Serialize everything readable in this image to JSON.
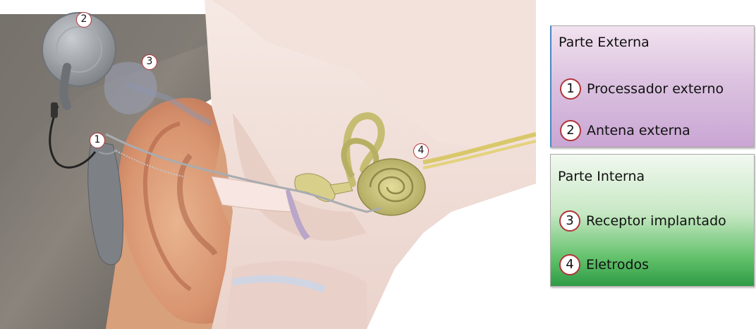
{
  "markers": [
    {
      "id": "2",
      "label": "2"
    },
    {
      "id": "3",
      "label": "3"
    },
    {
      "id": "1",
      "label": "1"
    },
    {
      "id": "4",
      "label": "4"
    }
  ],
  "legend": {
    "externa": {
      "title": "Parte Externa",
      "items": [
        {
          "num": "1",
          "label": "Processador externo"
        },
        {
          "num": "2",
          "label": "Antena externa"
        }
      ]
    },
    "interna": {
      "title": "Parte Interna",
      "items": [
        {
          "num": "3",
          "label": "Receptor implantado"
        },
        {
          "num": "4",
          "label": "Eletrodos"
        }
      ]
    }
  },
  "colors": {
    "marker_border": "#b1343a",
    "externa_accent": "#c9a6d4",
    "interna_accent": "#2e9b45",
    "device_gray": "#8c8f93",
    "cochlea": "#c9c27a"
  }
}
